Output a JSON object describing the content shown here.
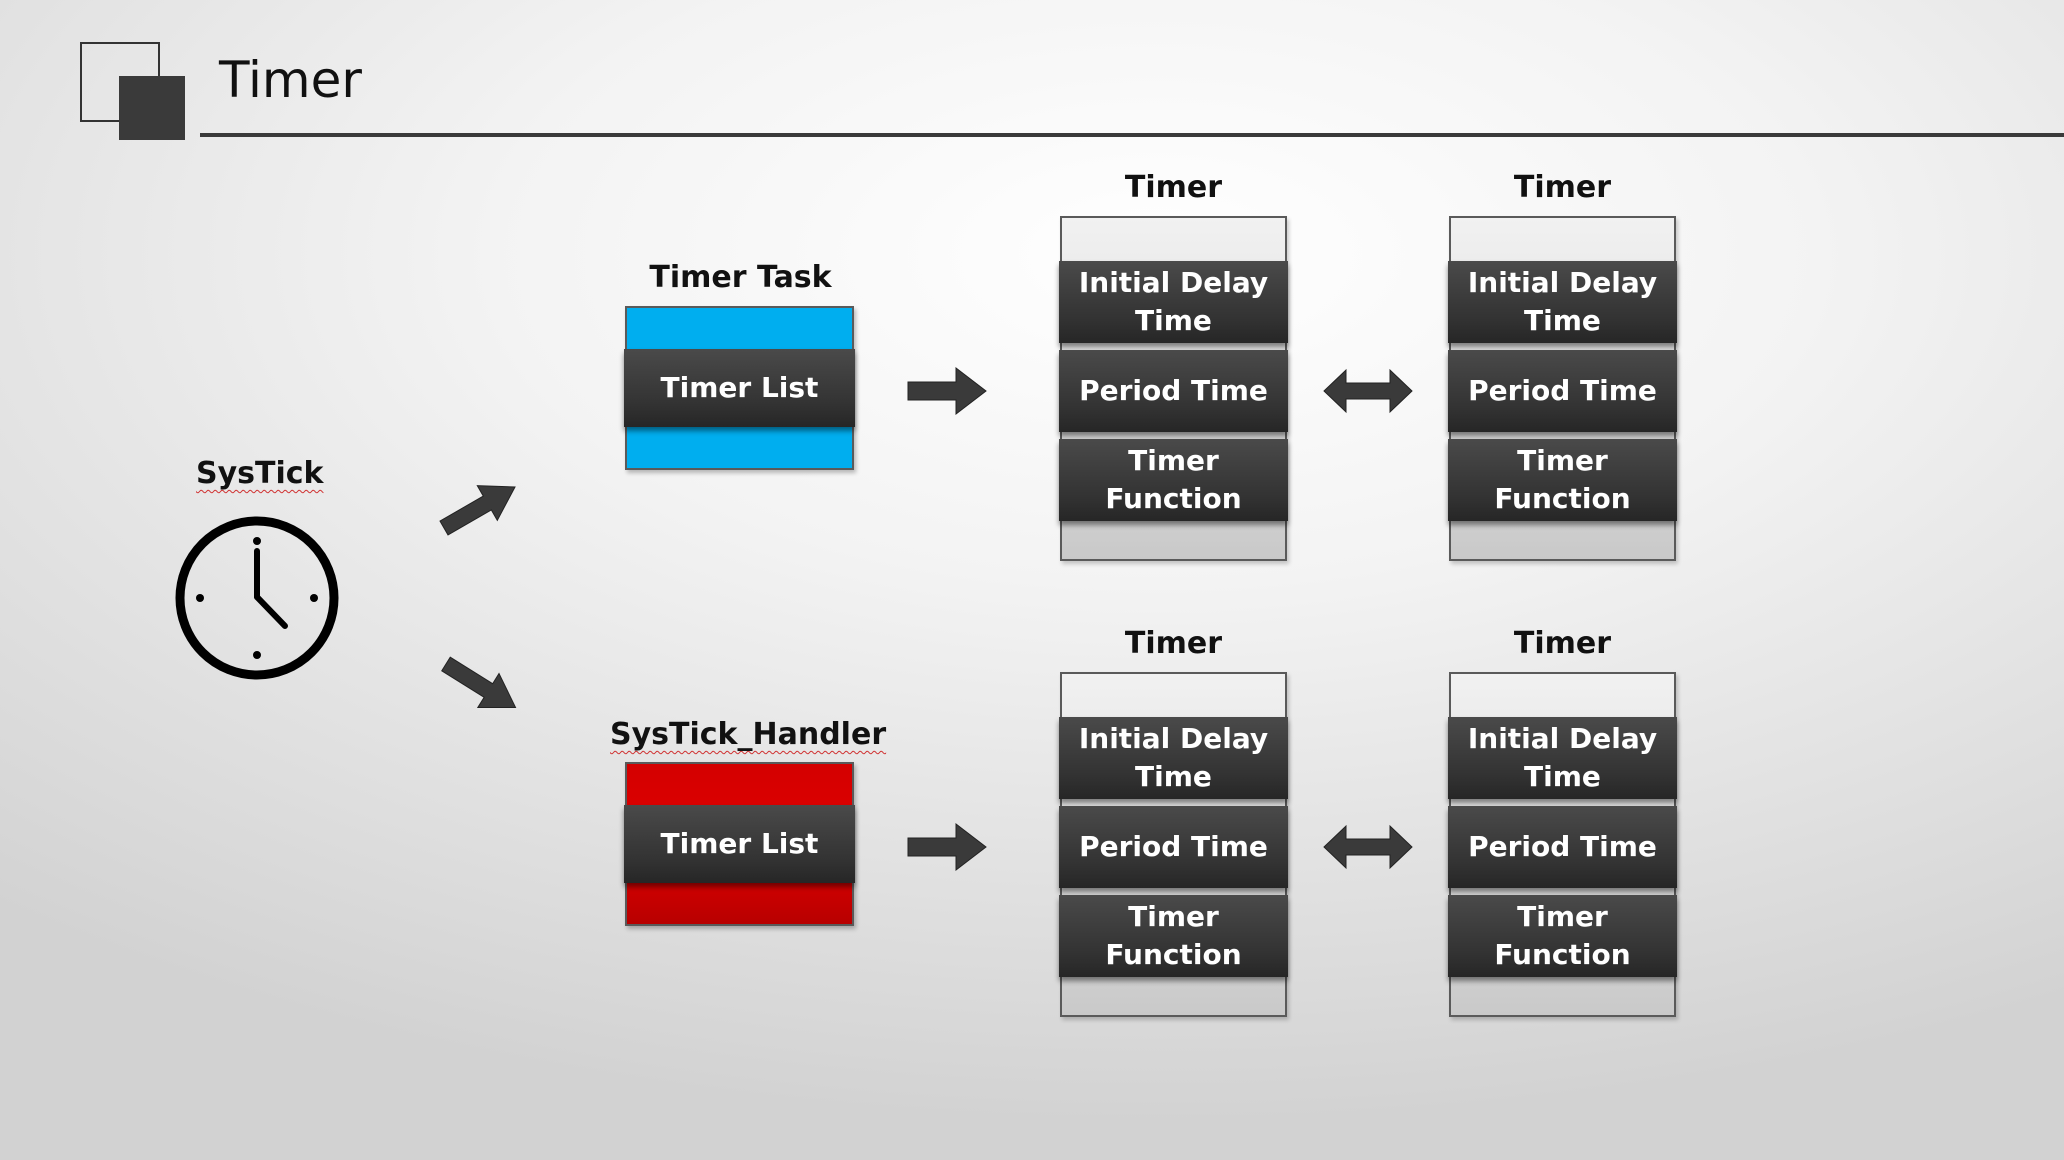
{
  "header": {
    "title": "Timer"
  },
  "systick": {
    "label": "SysTick"
  },
  "tasks": [
    {
      "label": "Timer Task",
      "list_label": "Timer List",
      "color": "#00aeef"
    },
    {
      "label": "SysTick_Handler",
      "list_label": "Timer List",
      "color": "#e00000"
    }
  ],
  "timer_rows": [
    {
      "timers": [
        {
          "label": "Timer",
          "fields": [
            "Initial Delay Time",
            "Period Time",
            "Timer Function"
          ]
        },
        {
          "label": "Timer",
          "fields": [
            "Initial Delay Time",
            "Period Time",
            "Timer Function"
          ]
        }
      ]
    },
    {
      "timers": [
        {
          "label": "Timer",
          "fields": [
            "Initial Delay Time",
            "Period Time",
            "Timer Function"
          ]
        },
        {
          "label": "Timer",
          "fields": [
            "Initial Delay Time",
            "Period Time",
            "Timer Function"
          ]
        }
      ]
    }
  ],
  "icons": [
    "clock-icon",
    "arrow-right-icon",
    "double-arrow-icon"
  ]
}
